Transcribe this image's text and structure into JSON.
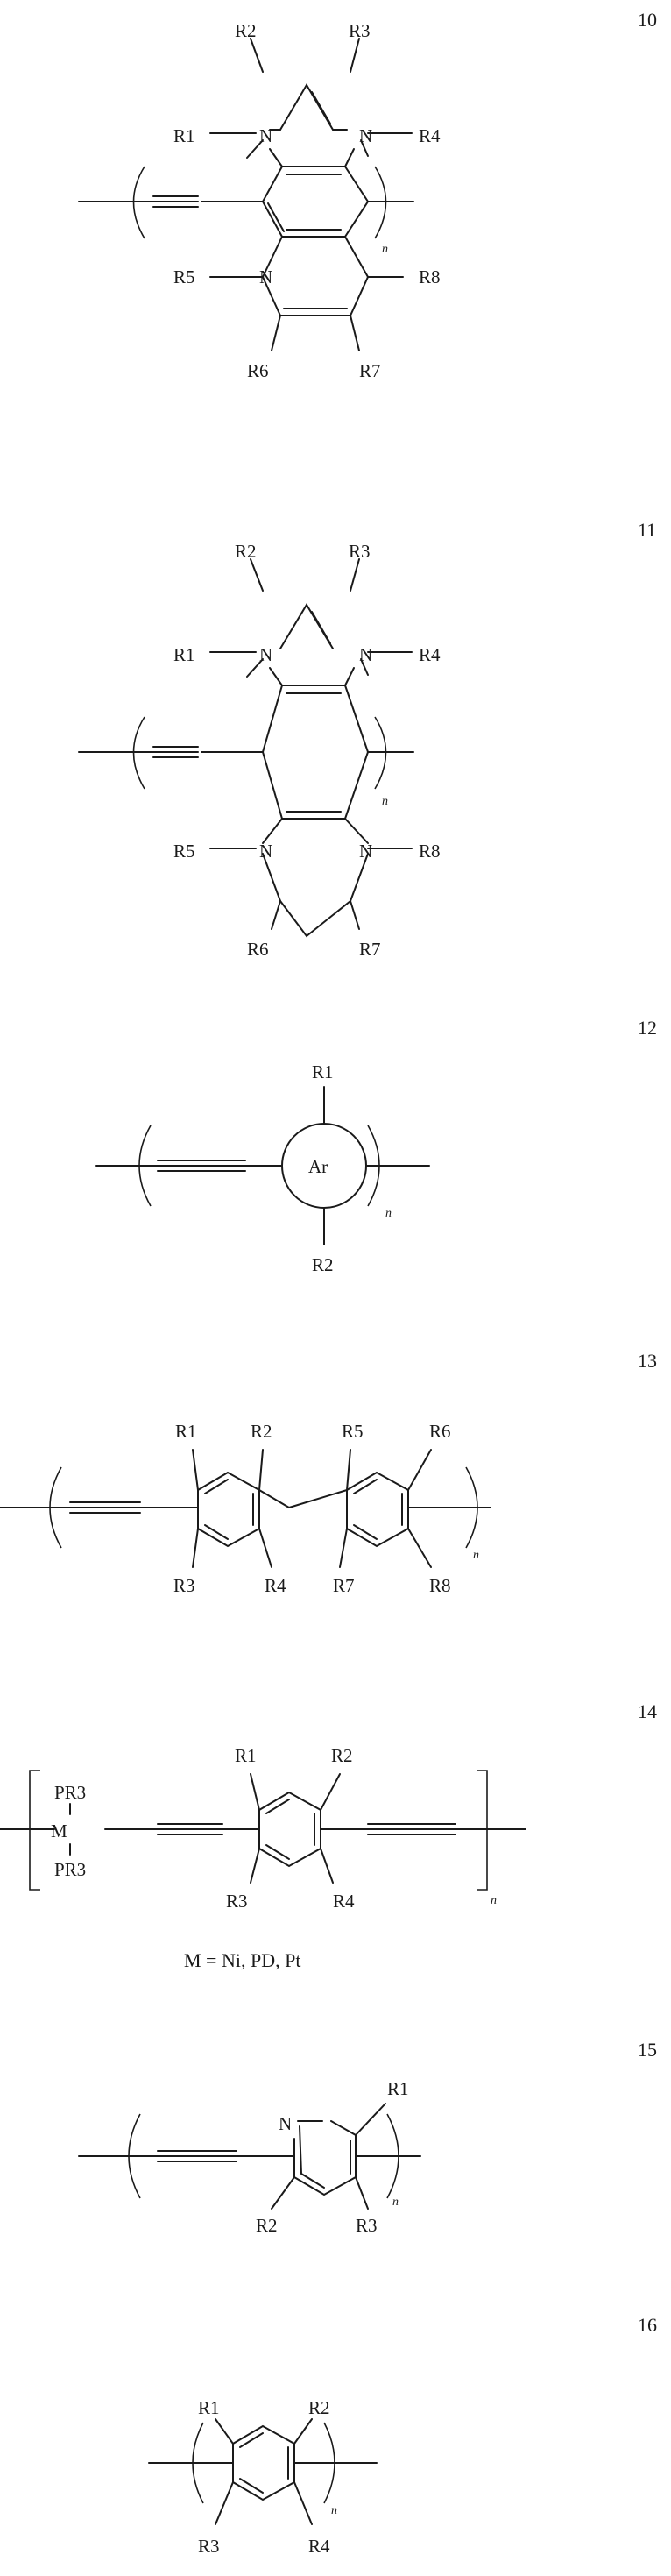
{
  "structures": [
    {
      "number": "10",
      "atoms": [
        "R1",
        "R2",
        "R3",
        "R4",
        "R5",
        "R6",
        "R7",
        "R8",
        "N",
        "N",
        "N"
      ],
      "repeat": "n"
    },
    {
      "number": "11",
      "atoms": [
        "R1",
        "R2",
        "R3",
        "R4",
        "R5",
        "R6",
        "R7",
        "R8",
        "N",
        "N",
        "N",
        "N"
      ],
      "repeat": "n"
    },
    {
      "number": "12",
      "atoms": [
        "R1",
        "R2",
        "Ar"
      ],
      "repeat": "n"
    },
    {
      "number": "13",
      "atoms": [
        "R1",
        "R2",
        "R3",
        "R4",
        "R5",
        "R6",
        "R7",
        "R8"
      ],
      "repeat": "n"
    },
    {
      "number": "14",
      "atoms": [
        "R1",
        "R2",
        "R3",
        "R4",
        "PR3",
        "PR3",
        "M"
      ],
      "repeat": "n",
      "caption": "M = Ni, PD, Pt"
    },
    {
      "number": "15",
      "atoms": [
        "R1",
        "R2",
        "R3",
        "N"
      ],
      "repeat": "n"
    },
    {
      "number": "16",
      "atoms": [
        "R1",
        "R2",
        "R3",
        "R4"
      ],
      "repeat": "n"
    }
  ]
}
